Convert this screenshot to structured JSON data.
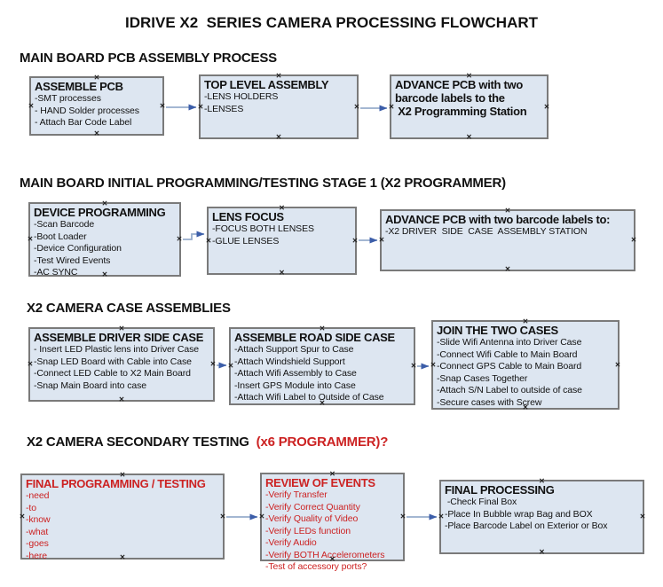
{
  "title": "IDRIVE X2  SERIES CAMERA PROCESSING FLOWCHART",
  "colors": {
    "box_fill": "#dde6f1",
    "box_border": "#7a7a7a",
    "arrow_line": "#97adcb",
    "arrow_head": "#3c5ea9",
    "red_text": "#cc2222",
    "black_text": "#111111"
  },
  "icons": {
    "connection_anchor": "✕"
  },
  "sections": [
    {
      "id": "pcb-assembly",
      "header_parts": [
        {
          "text": "MAIN BOARD PCB ASSEMBLY PROCESS",
          "color": "#111111"
        }
      ],
      "boxes": [
        {
          "id": "assemble-pcb",
          "color": "black",
          "title": "ASSEMBLE PCB",
          "items": [
            "-SMT processes",
            "- HAND Solder processes",
            "- Attach Bar Code Label"
          ]
        },
        {
          "id": "top-level-assembly",
          "color": "black",
          "title": "TOP LEVEL ASSEMBLY",
          "items": [
            "-LENS HOLDERS",
            "-LENSES"
          ]
        },
        {
          "id": "advance-pcb-to-programming-station",
          "color": "black",
          "title": "ADVANCE PCB with two\nbarcode labels to the\n X2 Programming Station",
          "items": []
        }
      ]
    },
    {
      "id": "initial-programming-testing",
      "header_parts": [
        {
          "text": "MAIN BOARD INITIAL PROGRAMMING/TESTING STAGE 1 (X2 PROGRAMMER)",
          "color": "#111111"
        }
      ],
      "boxes": [
        {
          "id": "device-programming",
          "color": "black",
          "title": "DEVICE PROGRAMMING",
          "items": [
            "-Scan Barcode",
            "-Boot Loader",
            "-Device Configuration",
            "-Test Wired Events",
            "-AC SYNC"
          ]
        },
        {
          "id": "lens-focus",
          "color": "black",
          "title": "LENS FOCUS",
          "items": [
            "-FOCUS BOTH LENSES",
            "-GLUE LENSES"
          ]
        },
        {
          "id": "advance-pcb-to-case-assembly",
          "color": "black",
          "title": "ADVANCE PCB with two barcode labels to:",
          "items": [
            "-X2 DRIVER  SIDE  CASE  ASSEMBLY STATION"
          ]
        }
      ]
    },
    {
      "id": "camera-case-assemblies",
      "header_parts": [
        {
          "text": "X2 CAMERA CASE ASSEMBLIES",
          "color": "#111111"
        }
      ],
      "boxes": [
        {
          "id": "assemble-driver-side-case",
          "color": "black",
          "title": "ASSEMBLE DRIVER SIDE CASE",
          "items": [
            "- Insert LED Plastic lens into Driver Case",
            "-Snap LED Board with Cable into Case",
            "-Connect LED Cable to X2 Main Board",
            "-Snap Main Board into case"
          ]
        },
        {
          "id": "assemble-road-side-case",
          "color": "black",
          "title": "ASSEMBLE ROAD SIDE CASE",
          "items": [
            "-Attach Support Spur to Case",
            "-Attach Windshield Support",
            "-Attach Wifi Assembly to Case",
            "-Insert GPS Module into Case",
            "-Attach Wifi Label to Outside of Case"
          ]
        },
        {
          "id": "join-the-two-cases",
          "color": "black",
          "title": "JOIN THE TWO CASES",
          "items": [
            "-Slide Wifi Antenna into Driver Case",
            "-Connect Wifi Cable to Main Board",
            "-Connect GPS Cable to Main Board",
            "-Snap Cases Together",
            "-Attach S/N Label to outside of case",
            "-Secure cases with Screw"
          ]
        }
      ]
    },
    {
      "id": "secondary-testing",
      "header_parts": [
        {
          "text": "X2 CAMERA SECONDARY TESTING ",
          "color": "#111111"
        },
        {
          "text": " (x6 PROGRAMMER)?",
          "color": "#cc2222"
        }
      ],
      "boxes": [
        {
          "id": "final-programming-testing",
          "color": "red",
          "title": "FINAL PROGRAMMING / TESTING",
          "items": [
            "-need",
            "-to",
            "-know",
            "-what",
            "-goes",
            "-here"
          ]
        },
        {
          "id": "review-of-events",
          "color": "red",
          "title": "REVIEW OF EVENTS",
          "items": [
            "-Verify Transfer",
            "-Verify Correct Quantity",
            "-Verify Quality of Video",
            "-Verify LEDs function",
            "-Verify Audio",
            "-Verify BOTH Accelerometers",
            "-Test of accessory ports?"
          ]
        },
        {
          "id": "final-processing",
          "color": "black",
          "title": "FINAL PROCESSING",
          "items": [
            " -Check Final Box",
            "-Place In Bubble wrap Bag and BOX",
            "-Place Barcode Label on Exterior or Box"
          ]
        }
      ]
    }
  ]
}
